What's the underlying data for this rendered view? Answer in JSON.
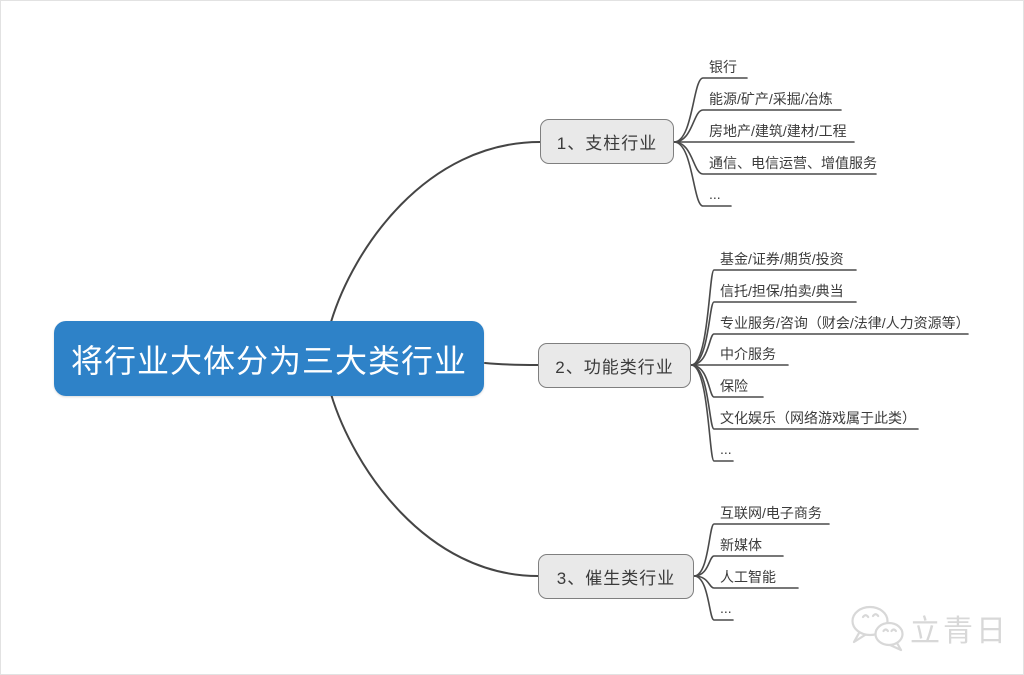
{
  "mindmap": {
    "root": "将行业大体分为三大类行业",
    "branches": [
      {
        "label": "1、支柱行业",
        "leaves": [
          "银行",
          "能源/矿产/采掘/冶炼",
          "房地产/建筑/建材/工程",
          "通信、电信运营、增值服务",
          "..."
        ]
      },
      {
        "label": "2、功能类行业",
        "leaves": [
          "基金/证券/期货/投资",
          "信托/担保/拍卖/典当",
          "专业服务/咨询（财会/法律/人力资源等）",
          "中介服务",
          "保险",
          "文化娱乐（网络游戏属于此类）",
          "..."
        ]
      },
      {
        "label": "3、催生类行业",
        "leaves": [
          "互联网/电子商务",
          "新媒体",
          "人工智能",
          "..."
        ]
      }
    ]
  },
  "watermark": {
    "text": "立青日",
    "icon": "wechat-icon"
  },
  "colors": {
    "root_fill": "#2E82C8",
    "root_text": "#FFFFFF",
    "branch_fill": "#E9E9E9",
    "branch_border": "#7F7F7F",
    "connector_line": "#454545",
    "leaf_text": "#3C3C3C",
    "watermark": "#D8D8D8",
    "background": "#FFFFFF"
  }
}
